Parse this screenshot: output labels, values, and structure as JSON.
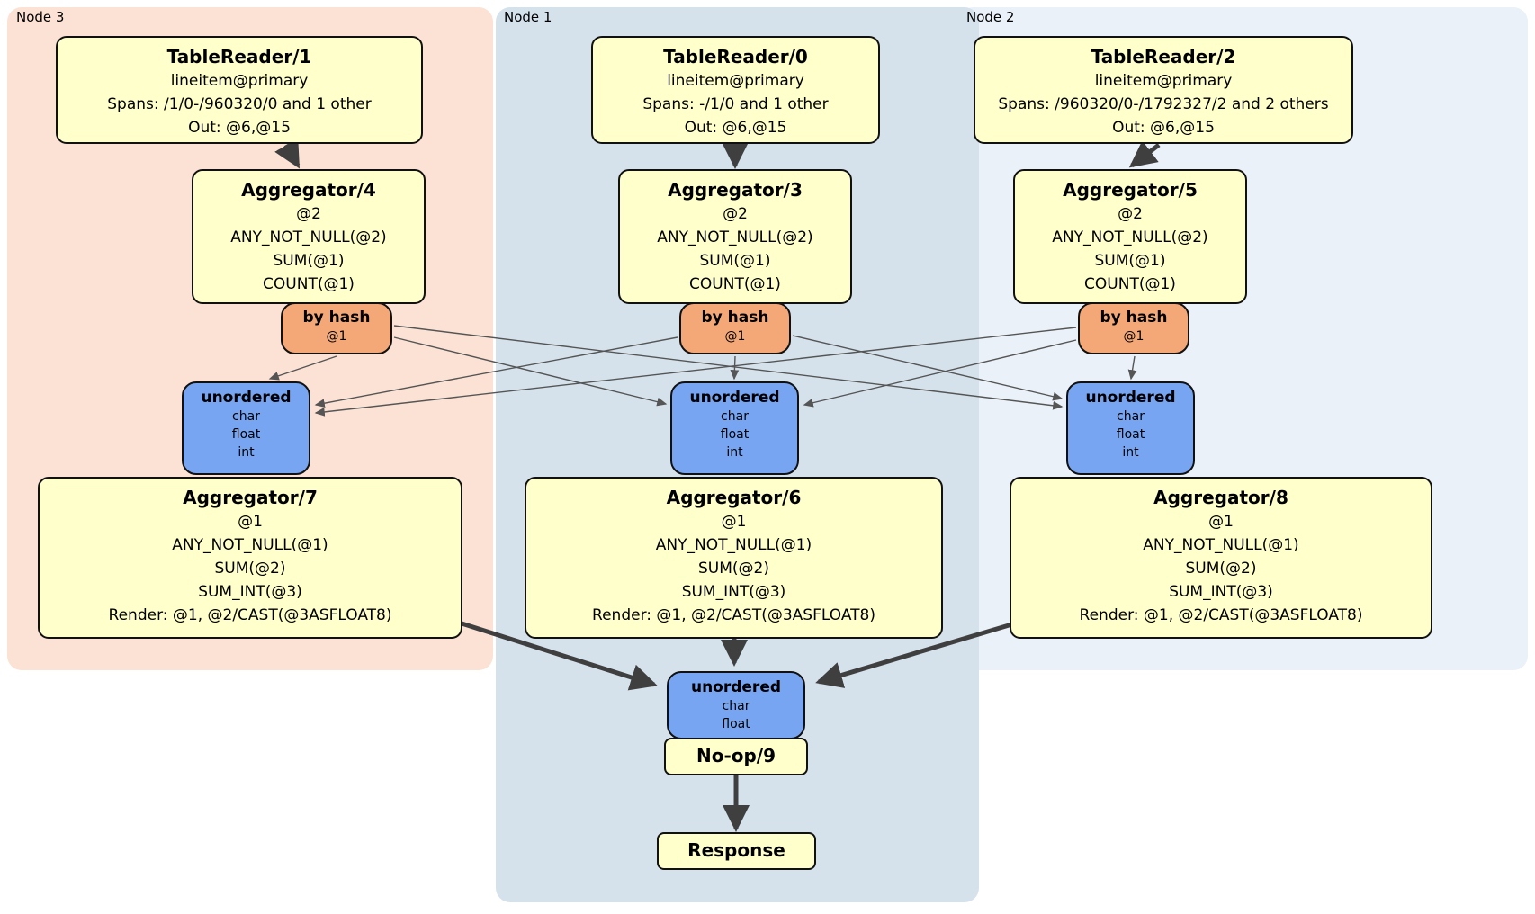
{
  "regions": {
    "node3": {
      "label": "Node 3"
    },
    "node1": {
      "label": "Node 1"
    },
    "node2": {
      "label": "Node 2"
    }
  },
  "boxes": {
    "tr1": {
      "title": "TableReader/1",
      "lines": [
        "lineitem@primary",
        "Spans: /1/0-/960320/0 and 1 other",
        "Out: @6,@15"
      ]
    },
    "tr0": {
      "title": "TableReader/0",
      "lines": [
        "lineitem@primary",
        "Spans: -/1/0 and 1 other",
        "Out: @6,@15"
      ]
    },
    "tr2": {
      "title": "TableReader/2",
      "lines": [
        "lineitem@primary",
        "Spans: /960320/0-/1792327/2 and 2 others",
        "Out: @6,@15"
      ]
    },
    "agg4": {
      "title": "Aggregator/4",
      "lines": [
        "@2",
        "ANY_NOT_NULL(@2)",
        "SUM(@1)",
        "COUNT(@1)"
      ]
    },
    "agg3": {
      "title": "Aggregator/3",
      "lines": [
        "@2",
        "ANY_NOT_NULL(@2)",
        "SUM(@1)",
        "COUNT(@1)"
      ]
    },
    "agg5": {
      "title": "Aggregator/5",
      "lines": [
        "@2",
        "ANY_NOT_NULL(@2)",
        "SUM(@1)",
        "COUNT(@1)"
      ]
    },
    "hash_left": {
      "title": "by hash",
      "lines": [
        "@1"
      ]
    },
    "hash_mid": {
      "title": "by hash",
      "lines": [
        "@1"
      ]
    },
    "hash_right": {
      "title": "by hash",
      "lines": [
        "@1"
      ]
    },
    "unordered_left": {
      "title": "unordered",
      "lines": [
        "char",
        "float",
        "int"
      ]
    },
    "unordered_mid": {
      "title": "unordered",
      "lines": [
        "char",
        "float",
        "int"
      ]
    },
    "unordered_right": {
      "title": "unordered",
      "lines": [
        "char",
        "float",
        "int"
      ]
    },
    "agg7": {
      "title": "Aggregator/7",
      "lines": [
        "@1",
        "ANY_NOT_NULL(@1)",
        "SUM(@2)",
        "SUM_INT(@3)",
        "Render: @1, @2/CAST(@3ASFLOAT8)"
      ]
    },
    "agg6": {
      "title": "Aggregator/6",
      "lines": [
        "@1",
        "ANY_NOT_NULL(@1)",
        "SUM(@2)",
        "SUM_INT(@3)",
        "Render: @1, @2/CAST(@3ASFLOAT8)"
      ]
    },
    "agg8": {
      "title": "Aggregator/8",
      "lines": [
        "@1",
        "ANY_NOT_NULL(@1)",
        "SUM(@2)",
        "SUM_INT(@3)",
        "Render: @1, @2/CAST(@3ASFLOAT8)"
      ]
    },
    "unordered_final": {
      "title": "unordered",
      "lines": [
        "char",
        "float"
      ]
    },
    "noop": {
      "title": "No-op/9"
    },
    "response": {
      "title": "Response"
    }
  },
  "edges": [
    {
      "from": "TableReader/1",
      "to": "Aggregator/4",
      "type": "flow"
    },
    {
      "from": "TableReader/0",
      "to": "Aggregator/3",
      "type": "flow"
    },
    {
      "from": "TableReader/2",
      "to": "Aggregator/5",
      "type": "flow"
    },
    {
      "from": "by hash (Node 3)",
      "to": "unordered (Node 3)",
      "type": "route"
    },
    {
      "from": "by hash (Node 3)",
      "to": "unordered (Node 1)",
      "type": "route"
    },
    {
      "from": "by hash (Node 3)",
      "to": "unordered (Node 2)",
      "type": "route"
    },
    {
      "from": "by hash (Node 1)",
      "to": "unordered (Node 3)",
      "type": "route"
    },
    {
      "from": "by hash (Node 1)",
      "to": "unordered (Node 1)",
      "type": "route"
    },
    {
      "from": "by hash (Node 1)",
      "to": "unordered (Node 2)",
      "type": "route"
    },
    {
      "from": "by hash (Node 2)",
      "to": "unordered (Node 3)",
      "type": "route"
    },
    {
      "from": "by hash (Node 2)",
      "to": "unordered (Node 1)",
      "type": "route"
    },
    {
      "from": "by hash (Node 2)",
      "to": "unordered (Node 2)",
      "type": "route"
    },
    {
      "from": "Aggregator/7",
      "to": "unordered (final)",
      "type": "flow"
    },
    {
      "from": "Aggregator/6",
      "to": "unordered (final)",
      "type": "flow"
    },
    {
      "from": "Aggregator/8",
      "to": "unordered (final)",
      "type": "flow"
    },
    {
      "from": "No-op/9",
      "to": "Response",
      "type": "flow"
    }
  ],
  "colors": {
    "processor_fill": "#ffffcc",
    "router_fill": "#f5a877",
    "sync_fill": "#77a5f2",
    "region_node3": "#fbe2d4",
    "region_node1": "#d5e2ec",
    "region_node2": "#eaf1f9",
    "edge_thin": "#555555",
    "edge_thick": "#3f3f3f"
  }
}
